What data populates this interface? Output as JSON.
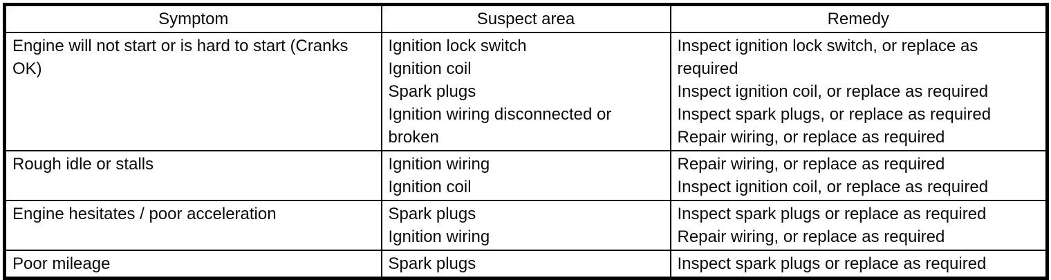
{
  "table": {
    "headers": {
      "symptom": "Symptom",
      "suspect_area": "Suspect area",
      "remedy": "Remedy"
    },
    "rows": [
      {
        "symptom": "Engine will not start or is hard to start (Cranks OK)",
        "suspect_areas": [
          "Ignition lock switch",
          "Ignition coil",
          "Spark plugs",
          "Ignition wiring disconnected or broken"
        ],
        "remedies": [
          "Inspect ignition lock switch, or replace as required",
          "Inspect ignition coil, or replace as required",
          "Inspect spark plugs, or replace as required",
          "Repair wiring, or replace as required"
        ]
      },
      {
        "symptom": "Rough idle or stalls",
        "suspect_areas": [
          "Ignition wiring",
          "Ignition coil"
        ],
        "remedies": [
          "Repair wiring, or replace as required",
          "Inspect ignition coil, or replace as required"
        ]
      },
      {
        "symptom": "Engine hesitates / poor acceleration",
        "suspect_areas": [
          "Spark plugs",
          "Ignition wiring"
        ],
        "remedies": [
          "Inspect spark plugs or replace as required",
          "Repair wiring, or replace as required"
        ]
      },
      {
        "symptom": "Poor mileage",
        "suspect_areas": [
          "Spark plugs"
        ],
        "remedies": [
          "Inspect spark plugs or replace as required"
        ]
      }
    ]
  }
}
